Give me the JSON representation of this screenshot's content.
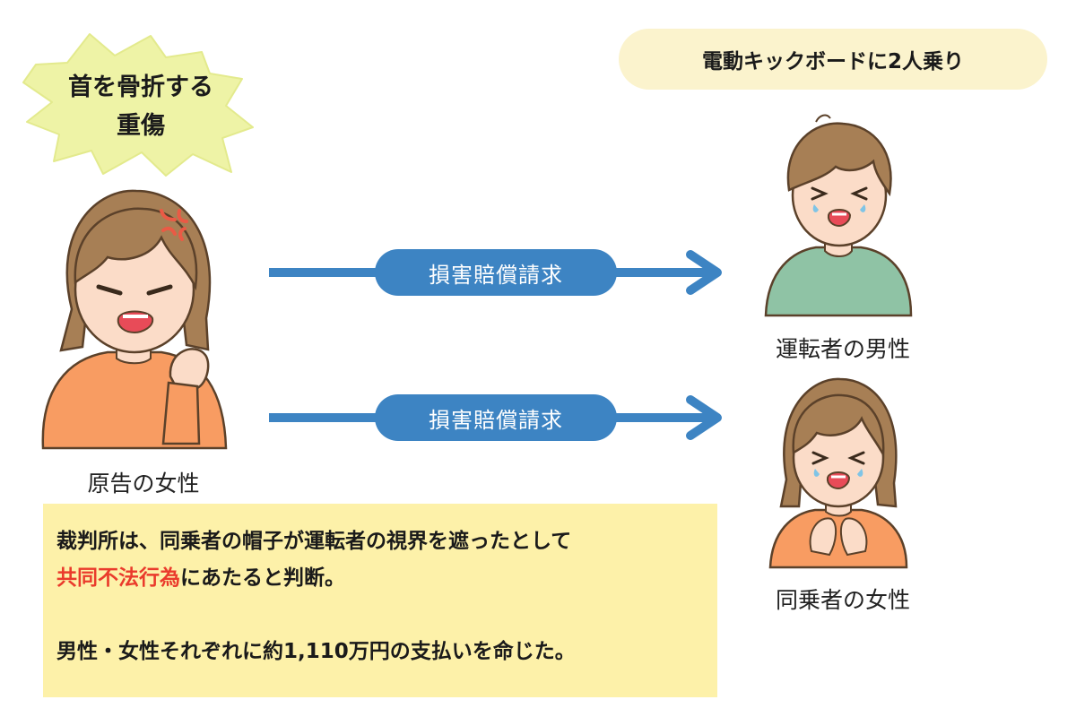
{
  "injury_burst": {
    "line1": "首を骨折する",
    "line2": "重傷"
  },
  "scenario_caption": "電動キックボードに2人乗り",
  "claims": [
    {
      "label": "損害賠償請求"
    },
    {
      "label": "損害賠償請求"
    }
  ],
  "people": {
    "plaintiff": {
      "label": "原告の女性"
    },
    "driver": {
      "label": "運転者の男性"
    },
    "passenger": {
      "label": "同乗者の女性"
    }
  },
  "verdict": {
    "line1": "裁判所は、同乗者の帽子が運転者の視界を遮ったとして",
    "line2_highlight": "共同不法行為",
    "line2_rest": "にあたると判断。",
    "line3": "男性・女性それぞれに約1,110万円の支払いを命じた。"
  },
  "colors": {
    "arrow_blue": "#3d84c3",
    "highlight_red": "#ea3b2c",
    "note_yellow": "#fdf1a9",
    "burst_yellow": "#eef3a6",
    "pill_cream": "#fbf3cd"
  }
}
